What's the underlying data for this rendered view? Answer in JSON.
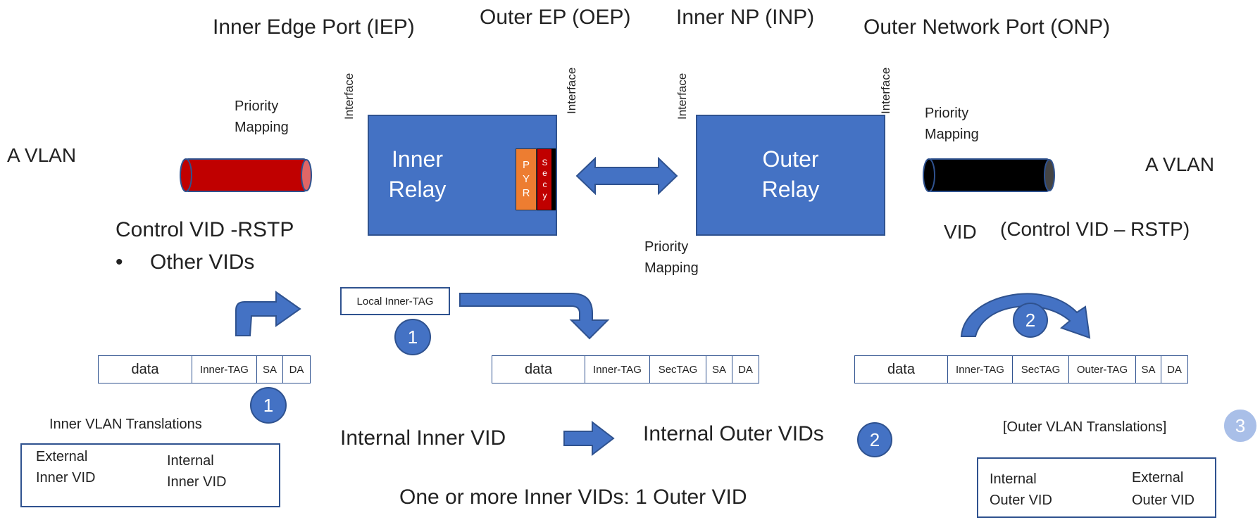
{
  "headers": {
    "iep": "Inner Edge Port (IEP)",
    "oep": "Outer EP (OEP)",
    "inp": "Inner NP (INP)",
    "onp": "Outer Network Port (ONP)"
  },
  "interface_label": "Interface",
  "left": {
    "vlan": "A VLAN",
    "priority_line1": "Priority",
    "priority_line2": "Mapping",
    "control_vid": "Control VID -RSTP",
    "bullet": "•",
    "other_vids": "Other VIDs"
  },
  "right": {
    "vlan": "A VLAN",
    "priority_line1": "Priority",
    "priority_line2": "Mapping",
    "vid": "VID",
    "control_vid": "(Control VID – RSTP)"
  },
  "inner_relay": {
    "line1": "Inner",
    "line2": "Relay"
  },
  "outer_relay": {
    "line1": "Outer",
    "line2": "Relay"
  },
  "pyr_letters": [
    "P",
    "Y",
    "R"
  ],
  "secy_letters": [
    "S",
    "e",
    "c",
    "y"
  ],
  "middle_priority": {
    "line1": "Priority",
    "line2": "Mapping"
  },
  "local_inner_tag": "Local Inner-TAG",
  "frames": {
    "frame1": [
      "data",
      "Inner-TAG",
      "SA",
      "DA"
    ],
    "frame2": [
      "data",
      "Inner-TAG",
      "SecTAG",
      "SA",
      "DA"
    ],
    "frame3": [
      "data",
      "Inner-TAG",
      "SecTAG",
      "Outer-TAG",
      "SA",
      "DA"
    ]
  },
  "badges": {
    "b1": "1",
    "b2": "2",
    "b3": "3"
  },
  "inner_translation": {
    "title": "Inner VLAN Translations",
    "col1_line1": "External",
    "col1_line2": "Inner VID",
    "col2_line1": "Internal",
    "col2_line2": "Inner VID"
  },
  "outer_translation": {
    "title": "[Outer VLAN Translations]",
    "col1_line1": "Internal",
    "col1_line2": "Outer VID",
    "col2_line1": "External",
    "col2_line2": "Outer VID"
  },
  "internal_inner_vid": "Internal Inner VID",
  "internal_outer_vids": "Internal Outer VIDs",
  "footer": "One or more Inner VIDs: 1 Outer VID",
  "colors": {
    "relay_blue": "#4472C4",
    "outline_blue": "#2F528F",
    "left_pipe_red": "#C00000",
    "right_pipe_black": "#000000",
    "pyr_orange": "#ED7D31",
    "badge_light": "#A9BFE8"
  }
}
